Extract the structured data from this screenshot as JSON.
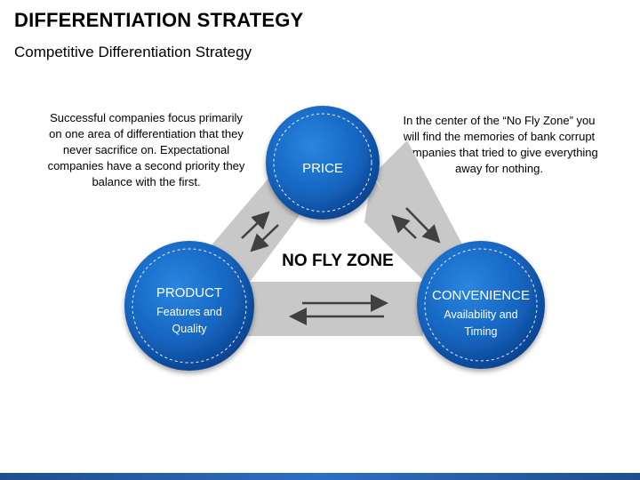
{
  "title": "DIFFERENTIATION STRATEGY",
  "subtitle": "Competitive Differentiation Strategy",
  "left_note": "Successful companies focus primarily on one area of  differentiation that they never sacrifice on. Expectational companies have a second priority they balance with the first.",
  "right_note": "In the center of the  “No Fly Zone” you will find the memories of bank corrupt companies that tried to give everything away for nothing.",
  "center_label": "NO FLY ZONE",
  "nodes": {
    "price": {
      "label": "PRICE",
      "sub": ""
    },
    "product": {
      "label": "PRODUCT",
      "sub": "Features and Quality"
    },
    "convenience": {
      "label": "CONVENIENCE",
      "sub": "Availability and Timing"
    }
  },
  "colors": {
    "circle_fill": "#1565c0",
    "circle_dark": "#0b3f8a",
    "band": "#c8c8c8",
    "arrow": "#404040",
    "footer": "#2e6fc0"
  }
}
